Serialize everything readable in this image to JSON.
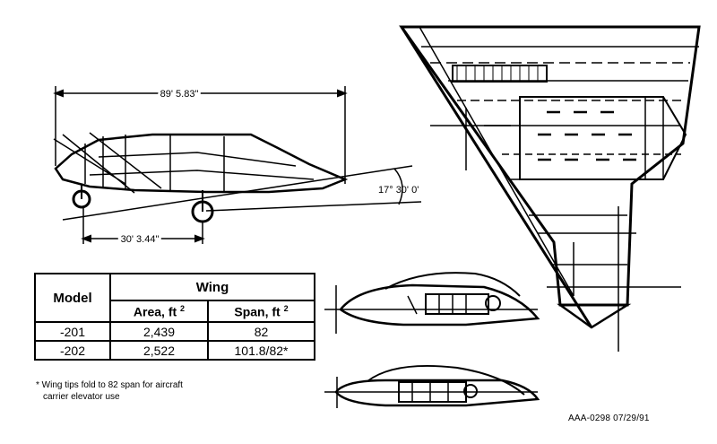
{
  "dimensions": {
    "overall_length": "89' 5.83\"",
    "gear_distance": "30' 3.44\"",
    "angle": "17° 30' 0'"
  },
  "table": {
    "col_model": "Model",
    "col_wing": "Wing",
    "col_area": "Area, ft",
    "col_span": "Span, ft",
    "superscript": "2",
    "rows": [
      {
        "model": "-201",
        "area": "2,439",
        "span": "82"
      },
      {
        "model": "-202",
        "area": "2,522",
        "span": "101.8/82*"
      }
    ]
  },
  "footnote": {
    "line1": "*  Wing tips fold to 82 span for aircraft",
    "line2": "   carrier elevator use"
  },
  "drawing_id": "AAA-0298  07/29/91"
}
